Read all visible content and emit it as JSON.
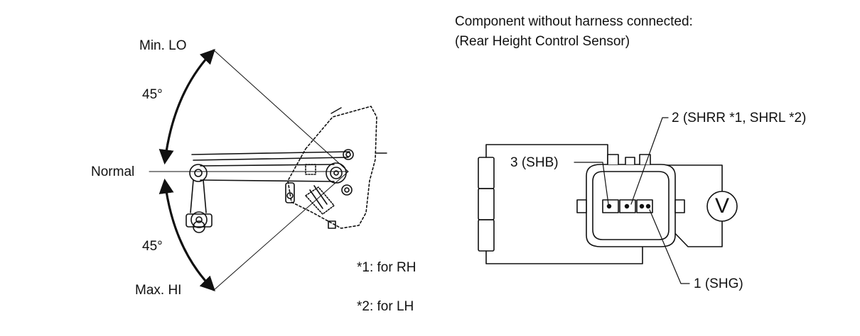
{
  "left": {
    "min_lo": "Min. LO",
    "angle_top": "45°",
    "normal": "Normal",
    "angle_bottom": "45°",
    "max_hi": "Max. HI"
  },
  "notes": {
    "rh": "*1: for RH",
    "lh": "*2: for LH"
  },
  "right": {
    "title_line1": "Component without harness connected:",
    "title_line2": "(Rear Height Control Sensor)",
    "pin2": "2 (SHRR *1, SHRL *2)",
    "pin3": "3 (SHB)",
    "pin1": "1 (SHG)",
    "meter": "V"
  }
}
